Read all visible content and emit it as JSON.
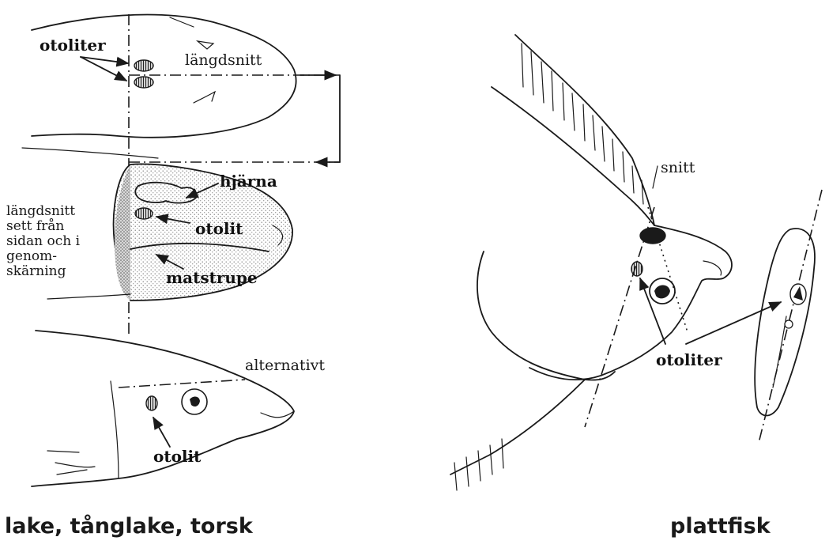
{
  "left_panel": {
    "label_otoliter_top": "otoliter",
    "label_langdsnitt_top": "längdsnitt",
    "label_hjarna": "hjärna",
    "label_otolit_mid": "otolit",
    "label_matstrupe": "matstrupe",
    "side_note": [
      "längdsnitt",
      "sett från",
      "sidan och i",
      "genom-",
      "skärning"
    ],
    "label_alternativt": "alternativt",
    "label_otolit_bottom": "otolit",
    "caption": "lake, tånglake, torsk"
  },
  "right_panel": {
    "label_snitt": "snitt",
    "label_otoliter": "otoliter",
    "caption": "plattfisk"
  }
}
